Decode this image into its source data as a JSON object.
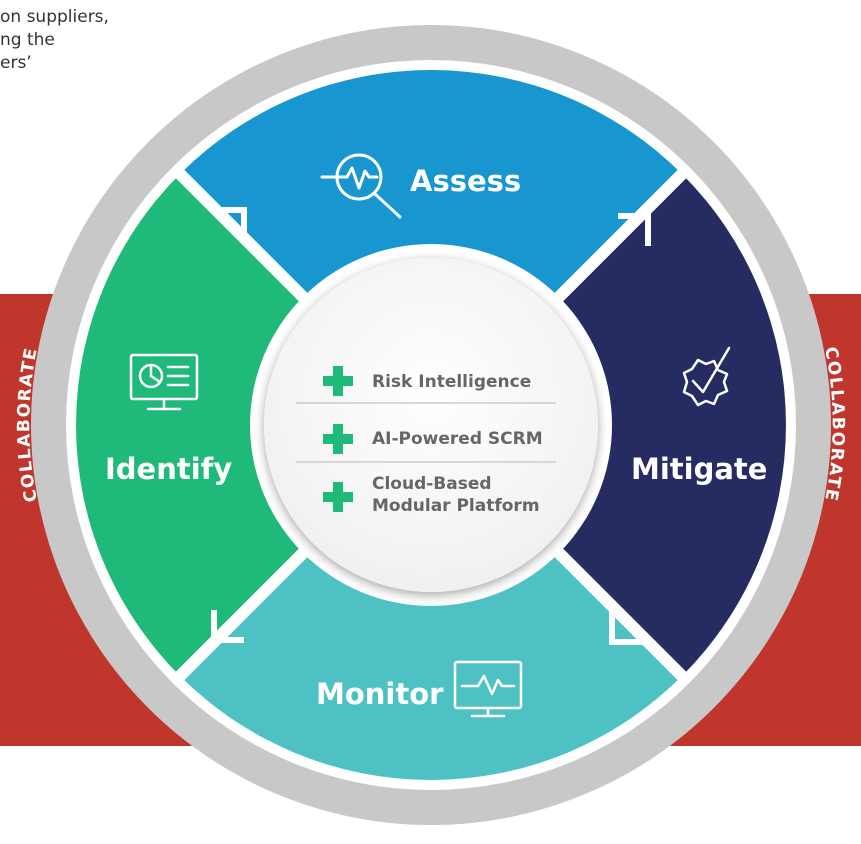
{
  "intro_text": [
    "on suppliers,",
    "ng the",
    "ers’"
  ],
  "ring_label_left": "COLLABORATE",
  "ring_label_right": "COLLABORATE",
  "segments": {
    "assess": {
      "label": "Assess",
      "color": "#1796d0",
      "icon": "analysis-magnifier-icon"
    },
    "mitigate": {
      "label": "Mitigate",
      "color": "#262b62",
      "icon": "gear-check-icon"
    },
    "monitor": {
      "label": "Monitor",
      "color": "#4ec1c5",
      "icon": "monitor-pulse-icon"
    },
    "identify": {
      "label": "Identify",
      "color": "#1fb97a",
      "icon": "dashboard-monitor-icon"
    }
  },
  "center_items": [
    {
      "lines": [
        "Risk Intelligence"
      ]
    },
    {
      "lines": [
        "AI-Powered SCRM"
      ]
    },
    {
      "lines": [
        "Cloud-Based",
        "Modular Platform"
      ]
    }
  ],
  "colors": {
    "band": "#c0352c",
    "ring": "#c8c8c8",
    "plus": "#1fb97a",
    "center_text": "#666666"
  }
}
